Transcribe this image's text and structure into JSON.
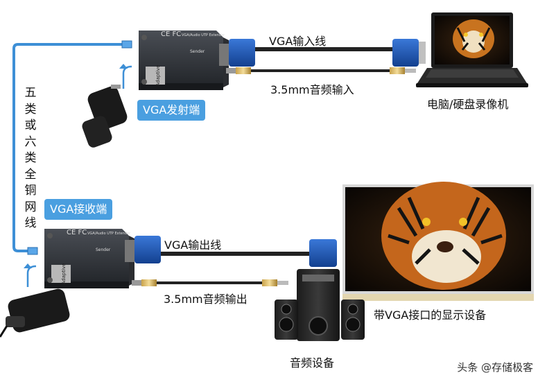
{
  "sender_badge": "VGA发射端",
  "receiver_badge": "VGA接收端",
  "vga_in_label": "VGA输入线",
  "audio_in_label": "3.5mm音频输入",
  "vga_out_label": "VGA输出线",
  "audio_out_label": "3.5mm音频输出",
  "computer_label": "电脑/硬盘录像机",
  "display_label": "带VGA接口的显示设备",
  "audio_device_label": "音频设备",
  "network_cable_label": "五类或六类全铜网线",
  "device_top_text": "VGA/Audio UTP Extender",
  "device_role_text": "Sender",
  "device_side_text": "Adaptive",
  "watermark": "头条 @存储极客",
  "colors": {
    "accent": "#4a9fe0",
    "network_cable": "#3d8fd6",
    "device": "#2e3136"
  }
}
